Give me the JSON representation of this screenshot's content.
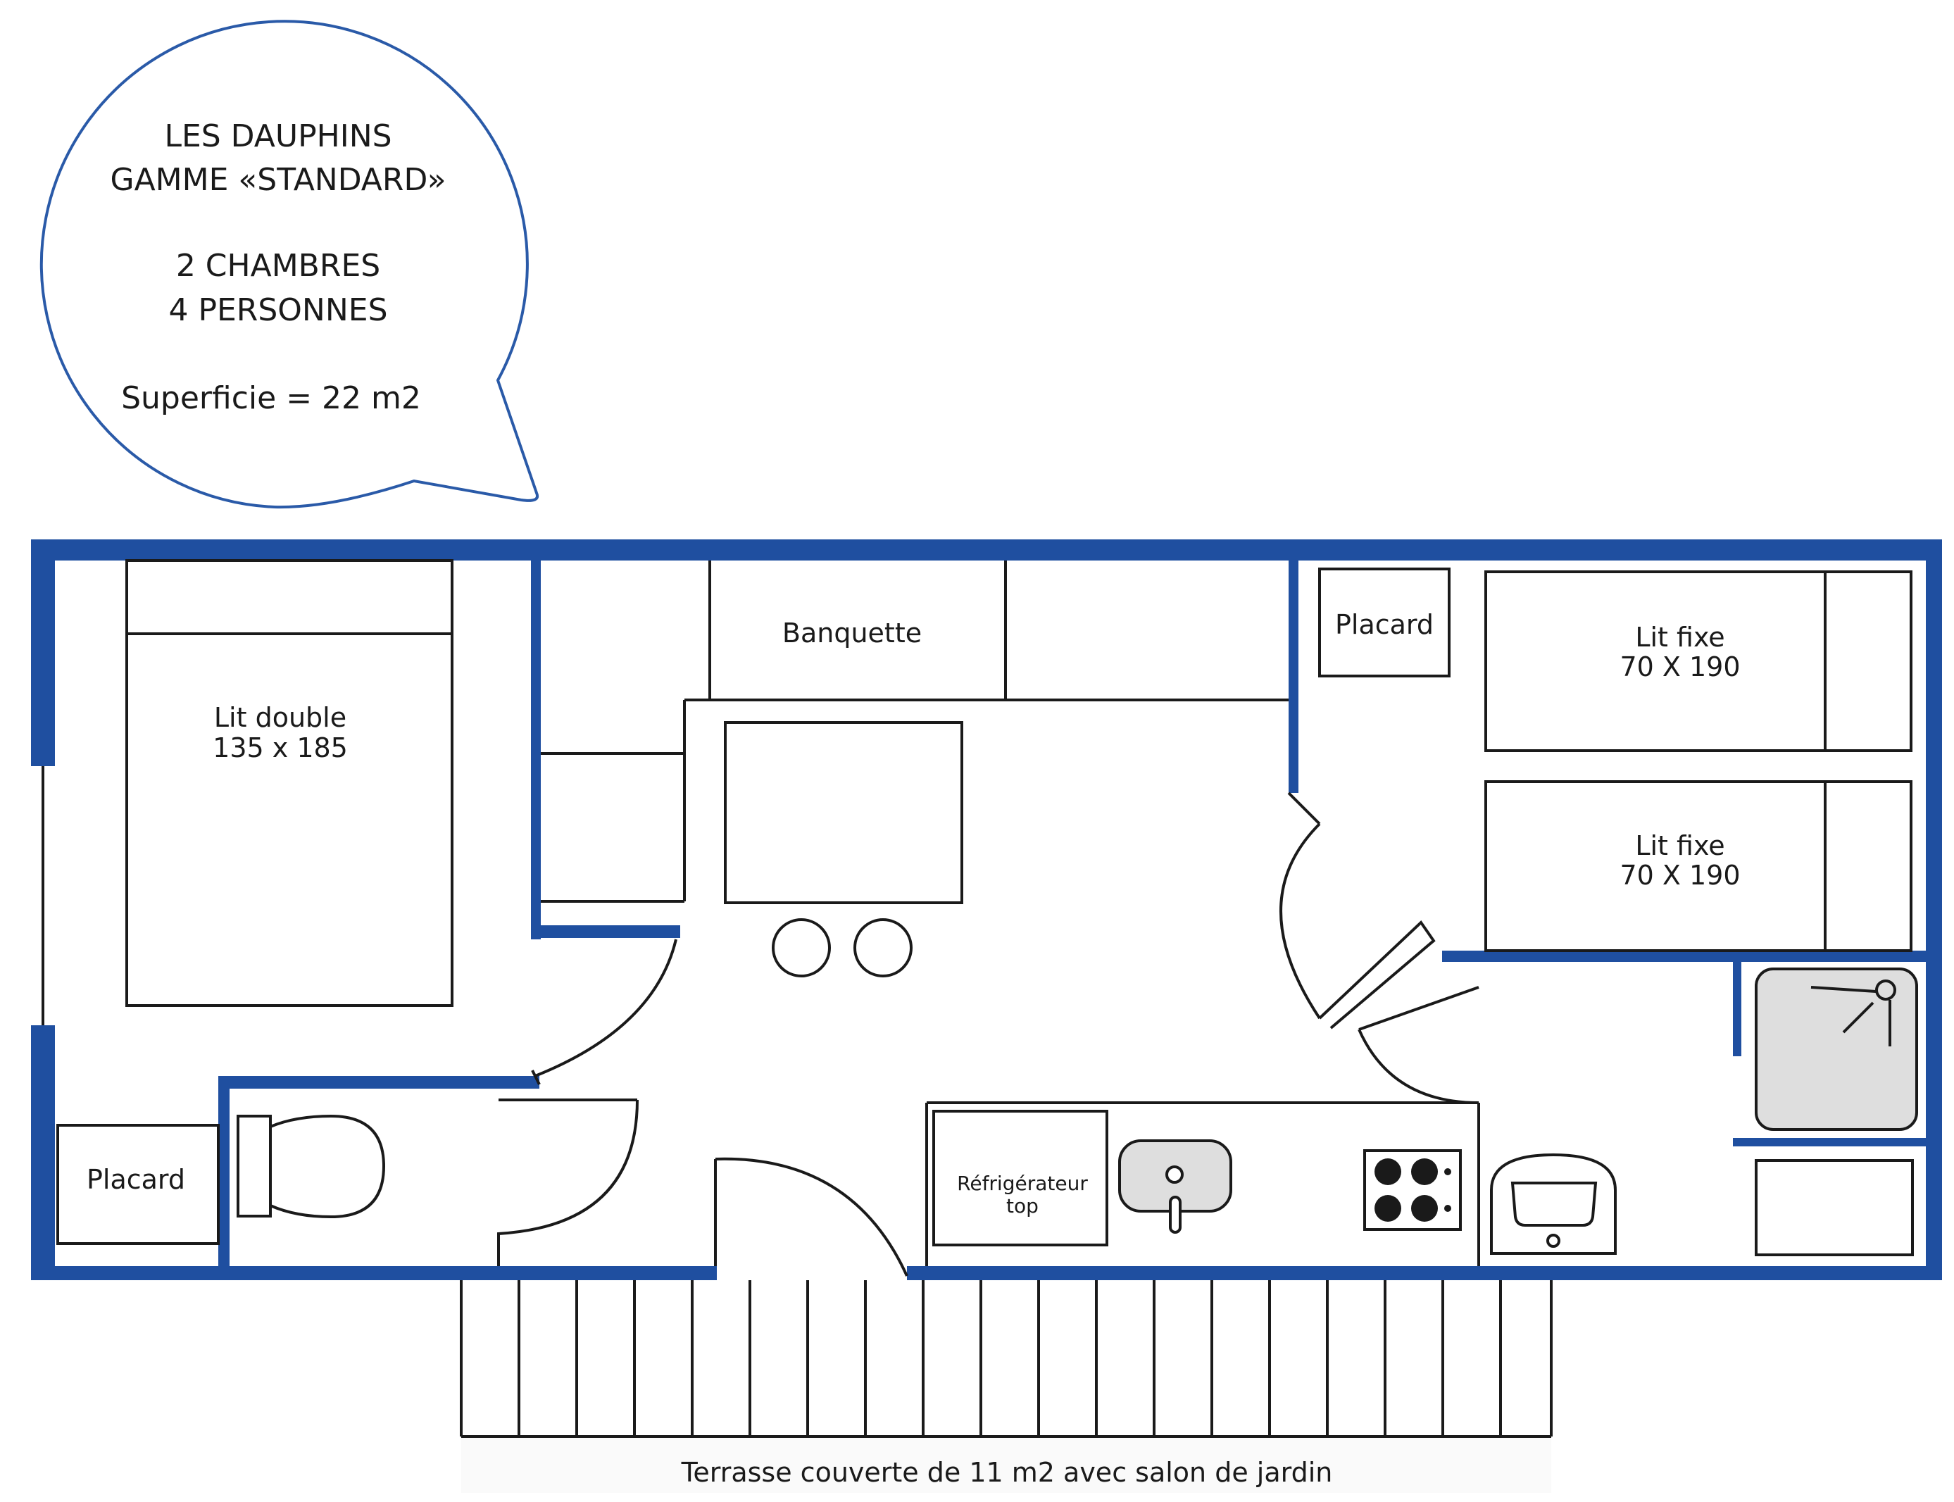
{
  "bubble": {
    "title_line1": "LES DAUPHINS",
    "title_line2": "GAMME «STANDARD»",
    "rooms_line": "2 CHAMBRES",
    "persons_line": "4 PERSONNES",
    "area_line": "Superficie = 22 m2"
  },
  "rooms": {
    "double_bed_label": "Lit double",
    "double_bed_size": "135 x 185",
    "placard_left_label": "Placard",
    "banquette_label": "Banquette",
    "placard_right_label": "Placard",
    "single_bed_1_label": "Lit fixe",
    "single_bed_1_size": "70 X 190",
    "single_bed_2_label": "Lit fixe",
    "single_bed_2_size": "70 X 190",
    "fridge_label_1": "Réfrigérateur",
    "fridge_label_2": "top"
  },
  "terrace": {
    "caption": "Terrasse couverte de 11 m2  avec salon de jardin"
  },
  "colors": {
    "wall": "#1f4fa0",
    "bubble_outline": "#2a5aa8",
    "line": "#1a1a1a",
    "shower_fill": "#dedede"
  }
}
